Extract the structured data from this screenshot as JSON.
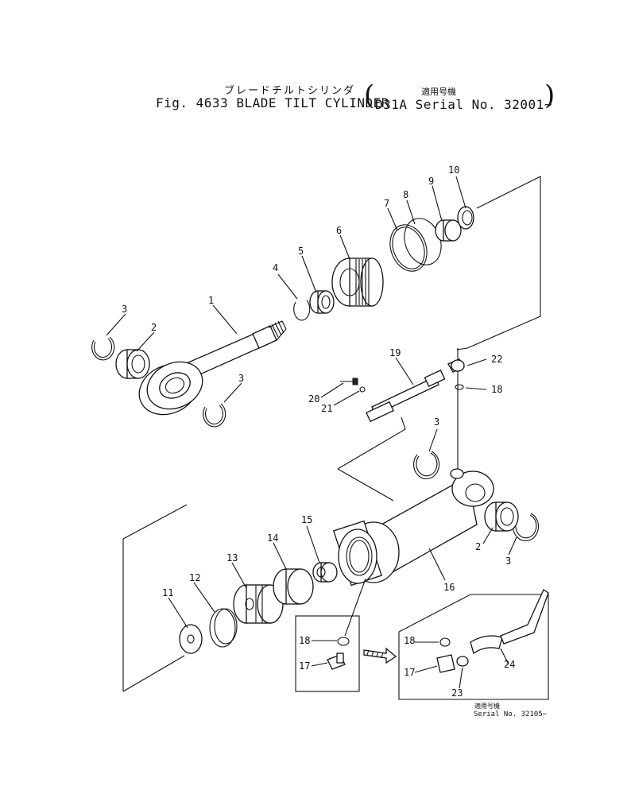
{
  "title": {
    "japanese": "ブレードチルトシリンダ",
    "figure": "Fig. 4633 BLADE TILT CYLINDER",
    "serial_japanese": "適用号機",
    "model_serial": "D31A  Serial No. 32001∼"
  },
  "note": {
    "japanese": "適用号機",
    "serial": "Serial No. 32105∼"
  },
  "callouts": [
    "1",
    "2",
    "3",
    "3",
    "3",
    "4",
    "5",
    "6",
    "7",
    "8",
    "9",
    "10",
    "11",
    "12",
    "13",
    "14",
    "15",
    "16",
    "17",
    "18",
    "19",
    "20",
    "21",
    "22",
    "18",
    "2",
    "3",
    "18",
    "17",
    "23",
    "24"
  ],
  "icons": {
    "arrow": "hatched-arrow-icon"
  }
}
